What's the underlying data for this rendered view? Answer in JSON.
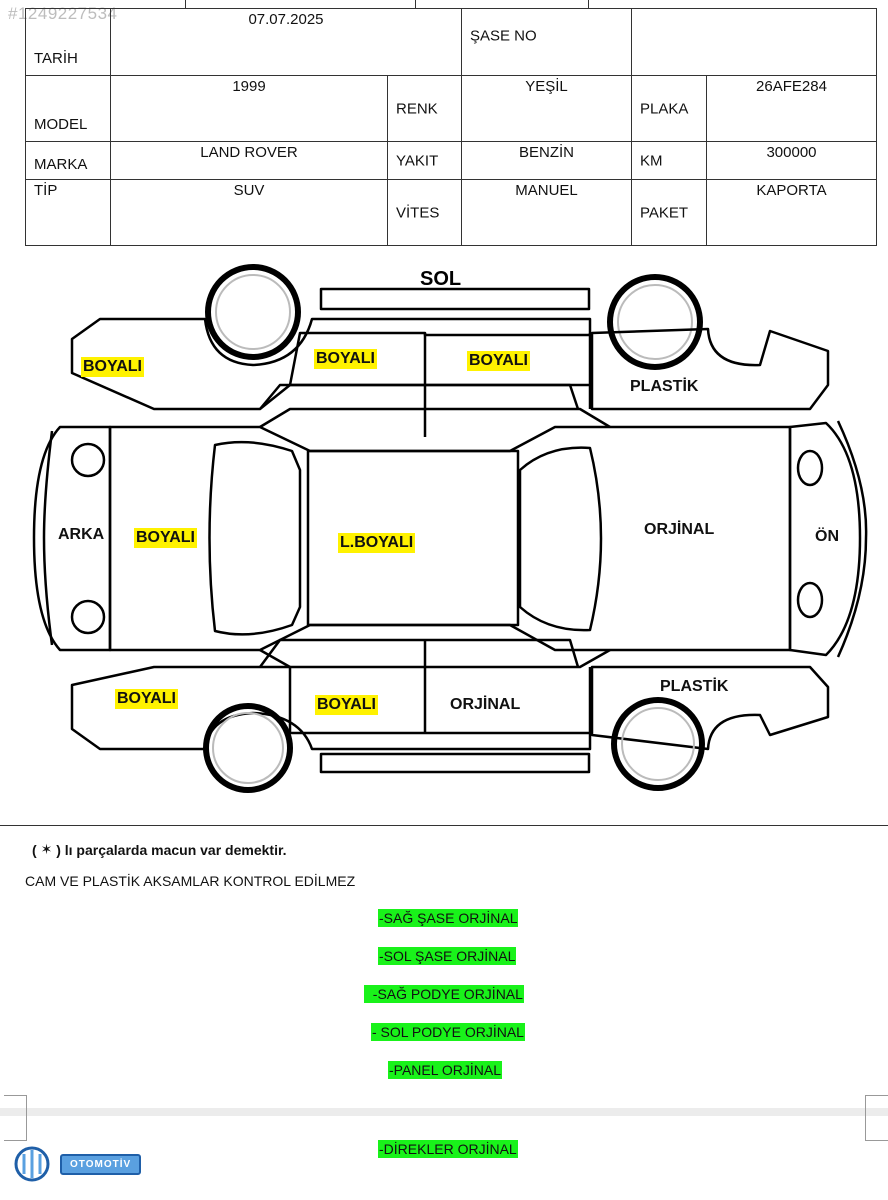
{
  "listing_id": "#1249227534",
  "info": {
    "tarih_label": "TARİH",
    "tarih_value": "07.07.2025",
    "sase_label": "ŞASE NO",
    "sase_value": "",
    "model_label": "MODEL",
    "model_value": "1999",
    "renk_label": "RENK",
    "renk_value": "YEŞİL",
    "plaka_label": "PLAKA",
    "plaka_value": "26AFE284",
    "marka_label": "MARKA",
    "marka_value": "LAND ROVER",
    "yakit_label": "YAKIT",
    "yakit_value": "BENZİN",
    "km_label": "KM",
    "km_value": "300000",
    "tip_label": "TİP",
    "tip_value": "SUV",
    "vites_label": "VİTES",
    "vites_value": "MANUEL",
    "paket_label": "PAKET",
    "paket_value": "KAPORTA"
  },
  "diagram": {
    "top_caption": "SOL",
    "parts": {
      "left_rear_fender": "BOYALI",
      "left_rear_door": "BOYALI",
      "left_front_door": "BOYALI",
      "left_front_fender": "PLASTİK",
      "rear_label": "ARKA",
      "trunk": "BOYALI",
      "roof": "L.BOYALI",
      "hood": "ORJİNAL",
      "front_label": "ÖN",
      "right_rear_fender": "BOYALI",
      "right_rear_door": "BOYALI",
      "right_front_door": "ORJİNAL",
      "right_front_fender": "PLASTİK"
    },
    "highlight_color": "#fff200"
  },
  "notes": {
    "macun_prefix": "(",
    "macun_star": "✶",
    "macun_text": ") lı parçalarda macun var demektir.",
    "cam_plastik": "CAM VE PLASTİK AKSAMLAR KONTROL EDİLMEZ"
  },
  "checks": {
    "highlight_color": "#19f21a",
    "items": [
      "-SAĞ ŞASE ORJİNAL",
      "-SOL ŞASE ORJİNAL",
      "  -SAĞ PODYE ORJİNAL",
      "- SOL PODYE ORJİNAL",
      "-PANEL ORJİNAL",
      "-DİREKLER ORJİNAL"
    ]
  },
  "logo": {
    "text": "OTOMOTİV",
    "icon": "car-logo-icon"
  }
}
